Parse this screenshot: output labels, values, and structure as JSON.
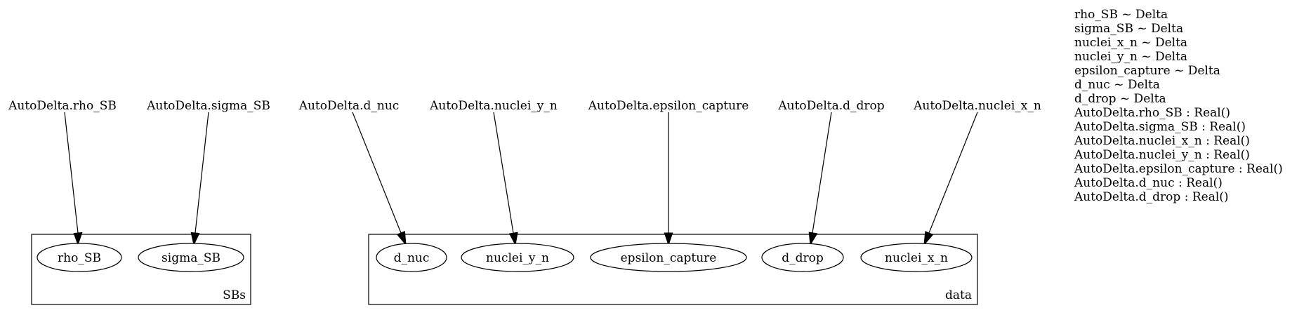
{
  "source_labels": [
    "AutoDelta.rho_SB",
    "AutoDelta.sigma_SB",
    "AutoDelta.d_nuc",
    "AutoDelta.nuclei_y_n",
    "AutoDelta.epsilon_capture",
    "AutoDelta.d_drop",
    "AutoDelta.nuclei_x_n"
  ],
  "clusters": [
    {
      "label": "SBs",
      "nodes": [
        "rho_SB",
        "sigma_SB"
      ]
    },
    {
      "label": "data",
      "nodes": [
        "d_nuc",
        "nuclei_y_n",
        "epsilon_capture",
        "d_drop",
        "nuclei_x_n"
      ]
    }
  ],
  "edges": [
    {
      "from": "AutoDelta.rho_SB",
      "to": "rho_SB"
    },
    {
      "from": "AutoDelta.sigma_SB",
      "to": "sigma_SB"
    },
    {
      "from": "AutoDelta.d_nuc",
      "to": "d_nuc"
    },
    {
      "from": "AutoDelta.nuclei_y_n",
      "to": "nuclei_y_n"
    },
    {
      "from": "AutoDelta.epsilon_capture",
      "to": "epsilon_capture"
    },
    {
      "from": "AutoDelta.d_drop",
      "to": "d_drop"
    },
    {
      "from": "AutoDelta.nuclei_x_n",
      "to": "nuclei_x_n"
    }
  ],
  "legend_lines": [
    "rho_SB ~ Delta",
    "sigma_SB ~ Delta",
    "nuclei_x_n ~ Delta",
    "nuclei_y_n ~ Delta",
    "epsilon_capture ~ Delta",
    "d_nuc ~ Delta",
    "d_drop ~ Delta",
    "AutoDelta.rho_SB : Real()",
    "AutoDelta.sigma_SB : Real()",
    "AutoDelta.nuclei_x_n : Real()",
    "AutoDelta.nuclei_y_n : Real()",
    "AutoDelta.epsilon_capture : Real()",
    "AutoDelta.d_nuc : Real()",
    "AutoDelta.d_drop : Real()"
  ]
}
